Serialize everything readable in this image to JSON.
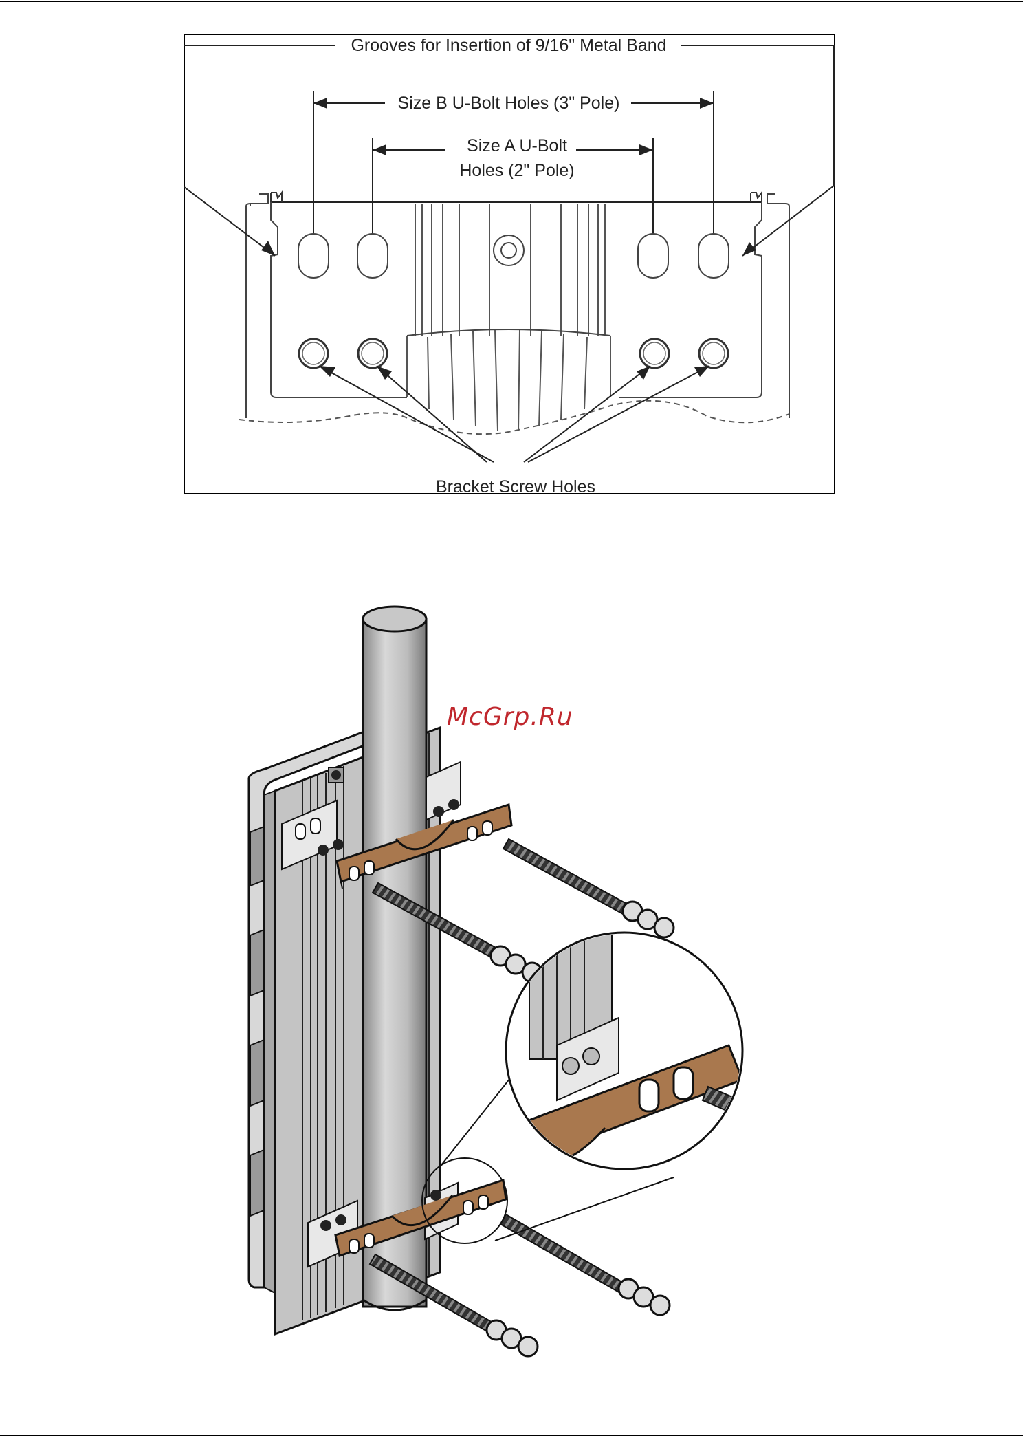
{
  "figure1": {
    "labels": {
      "grooves": "Grooves for Insertion of 9/16\" Metal Band",
      "size_b": "Size B U-Bolt Holes (3\" Pole)",
      "size_a_line1": "Size A U-Bolt",
      "size_a_line2": "Holes (2\" Pole)",
      "screw_holes": "Bracket Screw Holes"
    }
  },
  "figure2": {
    "watermark": "McGrp.Ru"
  },
  "colors": {
    "bracket": "#a9784e",
    "bracket_dark": "#6b4528",
    "pole": "#b8b8b8",
    "housing": "#d4d4d4",
    "watermark": "#c0272d"
  }
}
